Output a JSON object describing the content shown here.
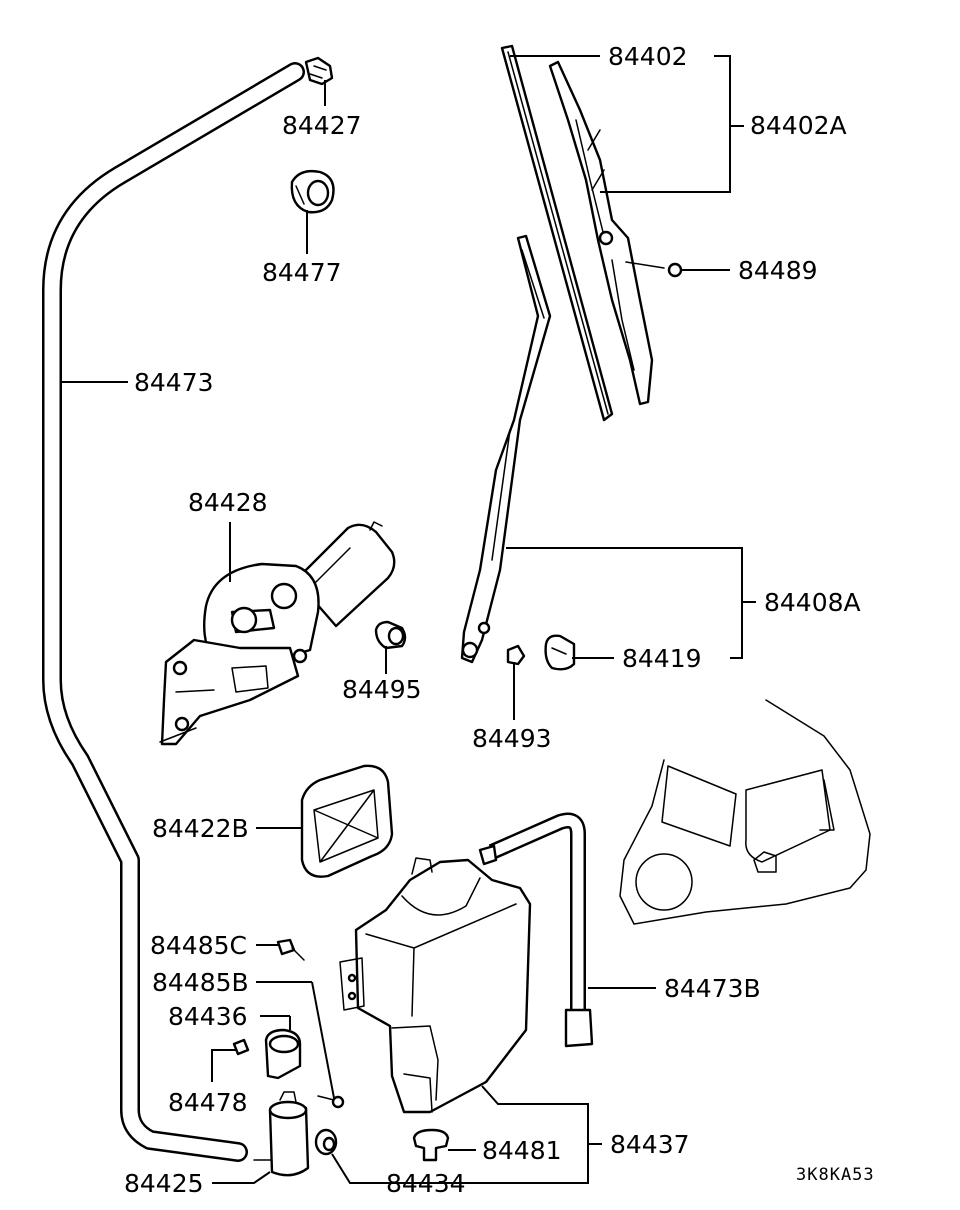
{
  "reference_code": "3K8KA53",
  "labels": {
    "p84402": "84402",
    "p84402A": "84402A",
    "p84489": "84489",
    "p84427": "84427",
    "p84477": "84477",
    "p84473": "84473",
    "p84428": "84428",
    "p84495": "84495",
    "p84493": "84493",
    "p84408A": "84408A",
    "p84419": "84419",
    "p84422B": "84422B",
    "p84485C": "84485C",
    "p84485B": "84485B",
    "p84436": "84436",
    "p84478": "84478",
    "p84425": "84425",
    "p84434": "84434",
    "p84481": "84481",
    "p84437": "84437",
    "p84473B": "84473B"
  }
}
